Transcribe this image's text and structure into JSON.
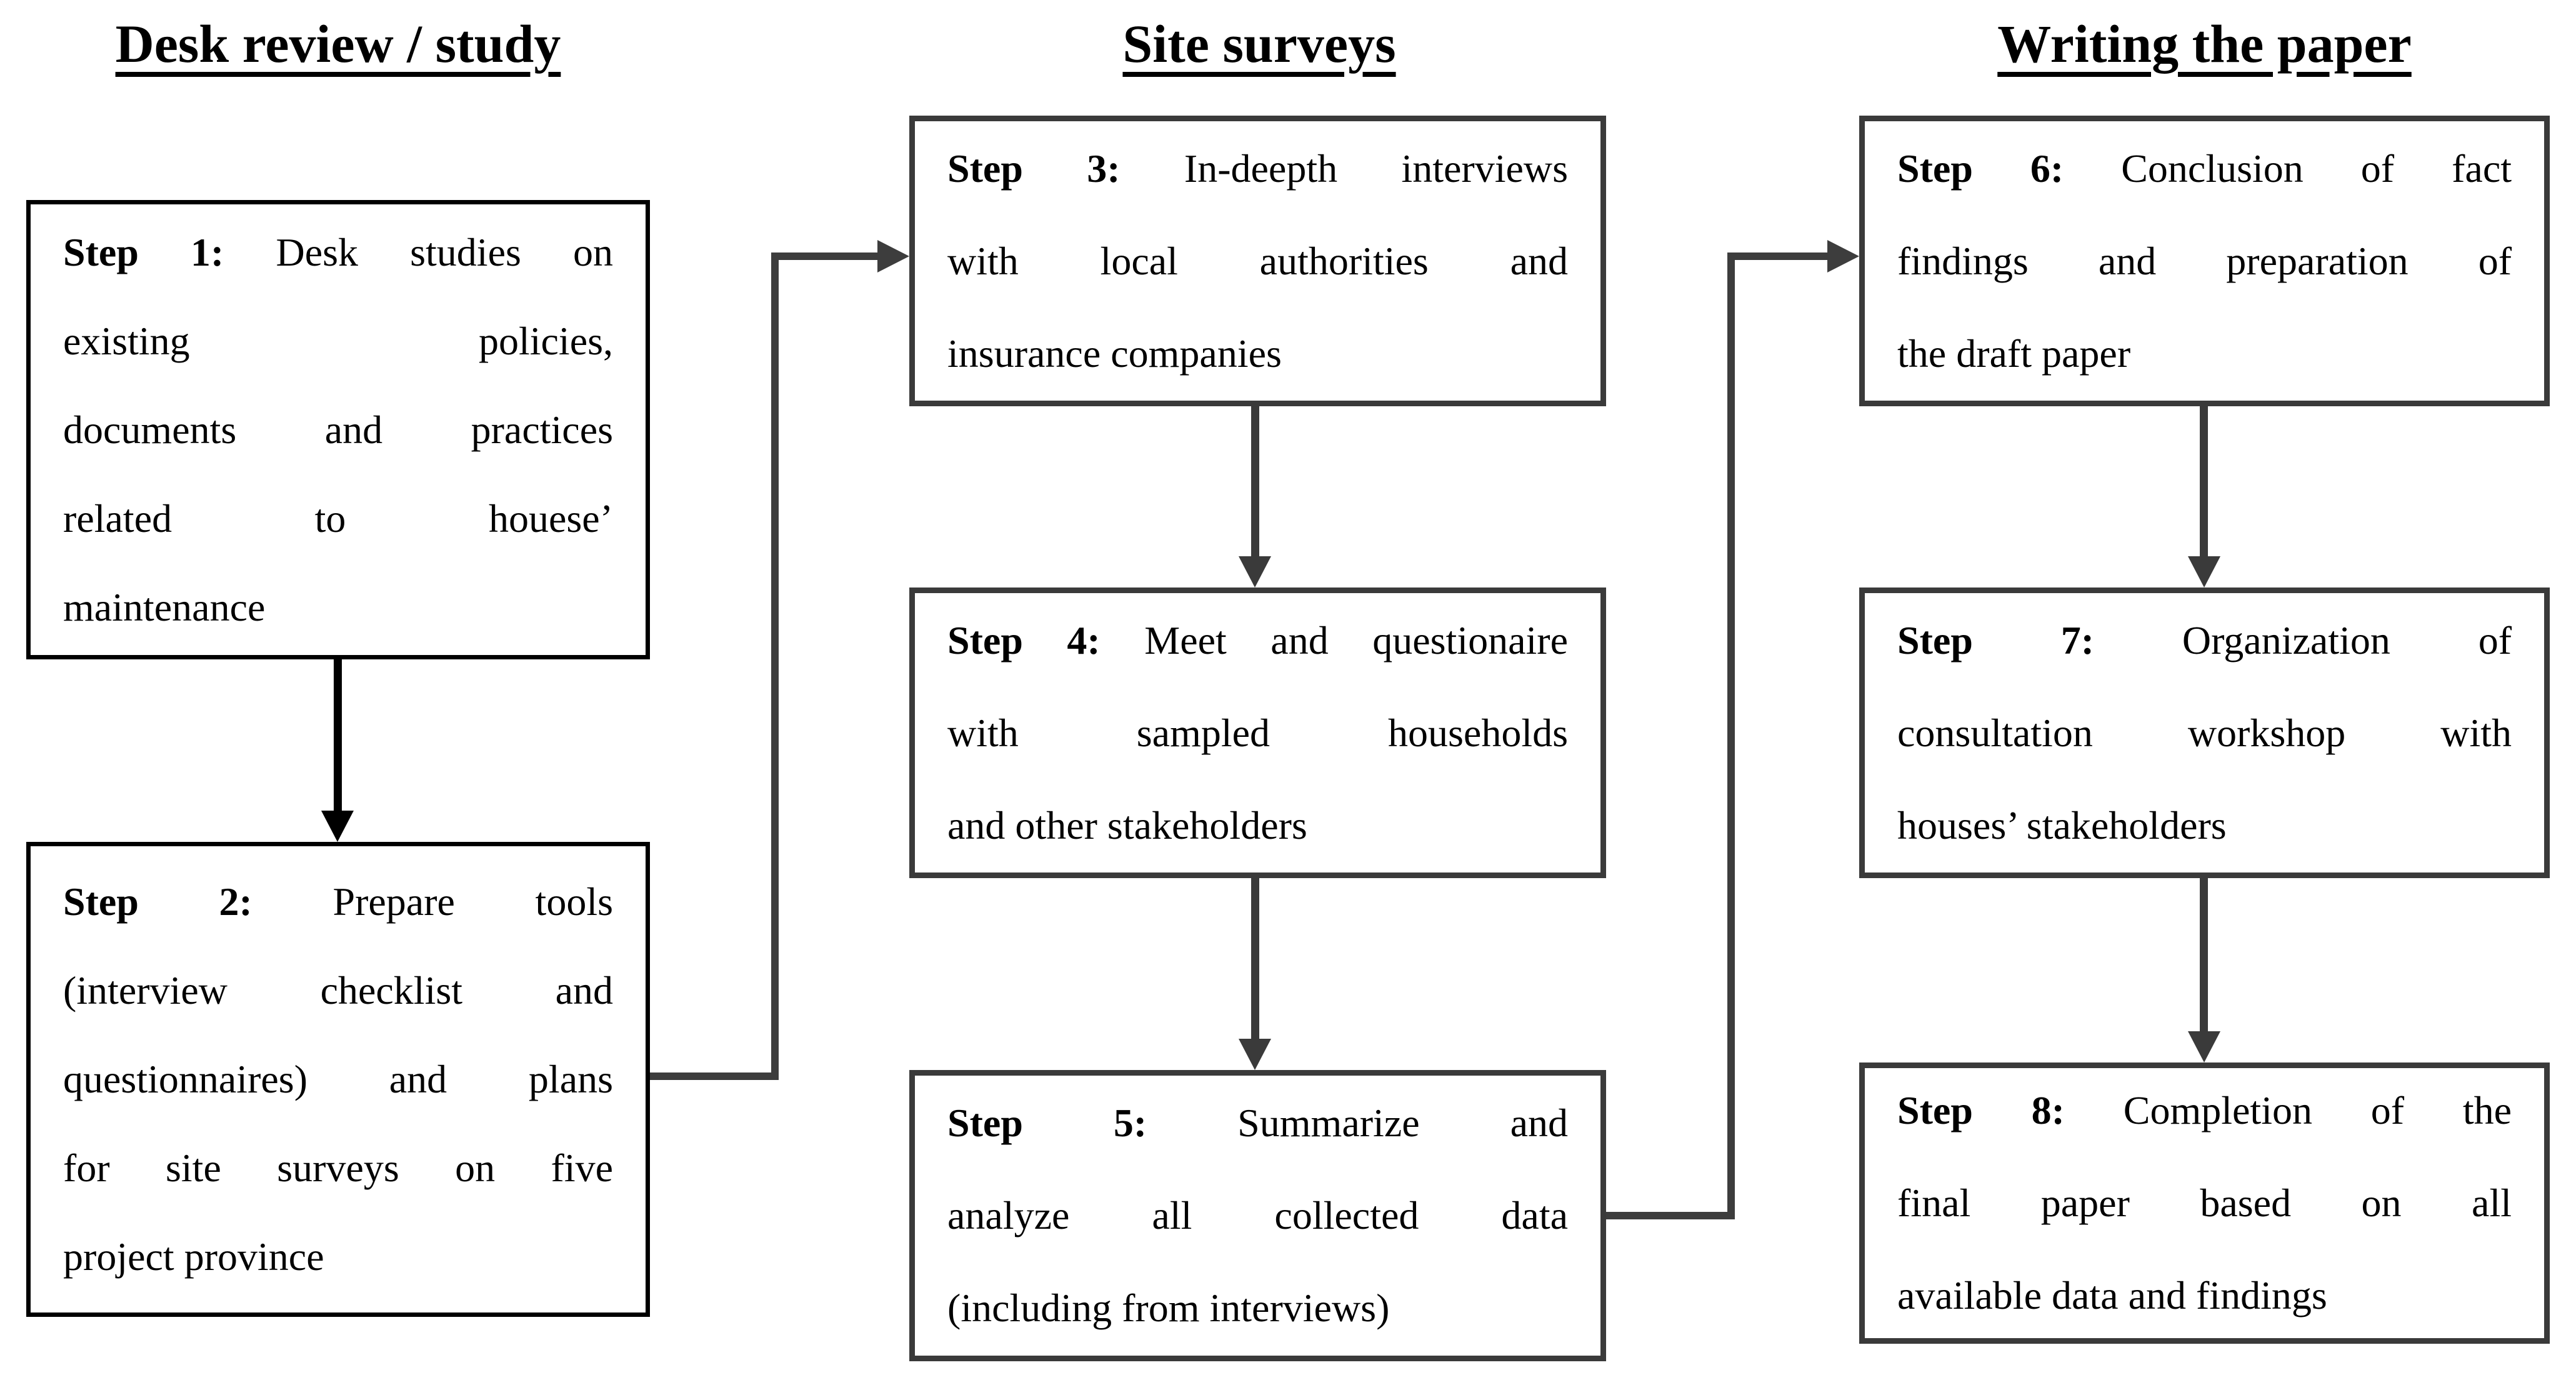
{
  "diagram": {
    "columns": [
      {
        "header": "Desk review / study",
        "boxes": [
          {
            "step": "Step 1:",
            "lines": [
              "Desk studies on",
              "existing policies,",
              "documents and practices",
              "related to houese’",
              "maintenance"
            ]
          },
          {
            "step": "Step 2:",
            "lines": [
              "Prepare tools",
              "(interview checklist and",
              "questionnaires) and plans",
              "for site surveys on five",
              "project province"
            ]
          }
        ]
      },
      {
        "header": "Site surveys",
        "boxes": [
          {
            "step": "Step 3:",
            "lines": [
              "In-deepth interviews",
              "with local authorities and",
              "insurance companies"
            ]
          },
          {
            "step": "Step 4:",
            "lines": [
              "Meet and questionaire",
              "with sampled households",
              "and other stakeholders"
            ]
          },
          {
            "step": "Step 5:",
            "lines": [
              "Summarize and",
              "analyze all collected data",
              "(including from interviews)"
            ]
          }
        ]
      },
      {
        "header": "Writing the paper",
        "boxes": [
          {
            "step": "Step 6:",
            "lines": [
              "Conclusion of fact",
              "findings and preparation of",
              "the draft paper"
            ]
          },
          {
            "step": "Step 7:",
            "lines": [
              "Organization of",
              "consultation workshop with",
              "houses’ stakeholders"
            ]
          },
          {
            "step": "Step 8:",
            "lines": [
              "Completion of the",
              "final paper based on all",
              "available data and findings"
            ]
          }
        ]
      }
    ],
    "colors": {
      "background": "#ffffff",
      "text": "#000000",
      "box_border_black": "#000000",
      "box_border_gray": "#3a3a3a",
      "connector": "#3d3d3d"
    }
  }
}
